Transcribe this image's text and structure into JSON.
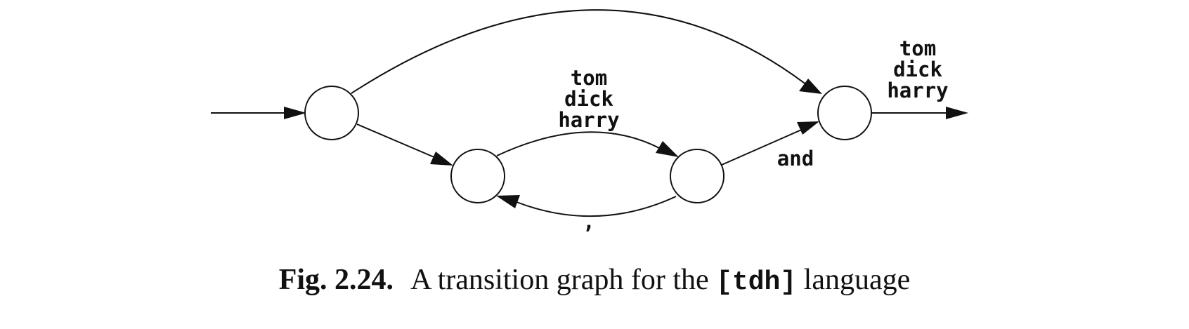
{
  "diagram": {
    "edge_labels": {
      "middle_names": [
        "tom",
        "dick",
        "harry"
      ],
      "final_names": [
        "tom",
        "dick",
        "harry"
      ],
      "conjunction": "and",
      "separator": ","
    }
  },
  "caption": {
    "figure_number": "Fig. 2.24.",
    "text_before": "A transition graph for the",
    "code": "[tdh]",
    "text_after": "language"
  }
}
